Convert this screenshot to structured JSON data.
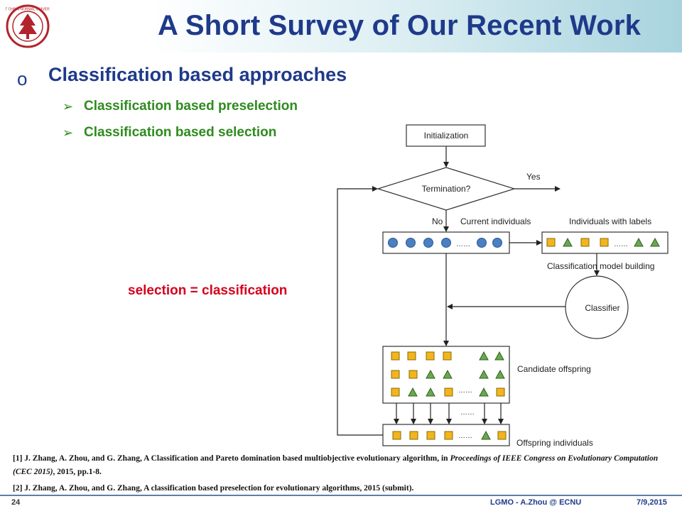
{
  "header": {
    "title": "A Short Survey of Our Recent Work"
  },
  "bullets": {
    "main": "Classification based approaches",
    "sub": [
      "Classification based preselection",
      "Classification based selection"
    ]
  },
  "emphasis": "selection = classification",
  "diagram": {
    "initialization": "Initialization",
    "termination": "Termination?",
    "yes": "Yes",
    "no": "No",
    "current": "Current individuals",
    "with_labels": "Individuals with labels",
    "model_building": "Classification model building",
    "classifier": "Classifier",
    "candidate": "Candidate offspring",
    "offspring": "Offspring individuals",
    "ellipsis": "……"
  },
  "references": {
    "r1_pre": "[1] J. Zhang, A. Zhou, and G. Zhang, A Classification and Pareto domination based multiobjective evolutionary algorithm, in ",
    "r1_venue": "Proceedings of IEEE Congress on Evolutionary Computation (CEC 2015)",
    "r1_post": ", 2015, pp.1-8.",
    "r2": "[2] J. Zhang, A. Zhou, and G. Zhang, A classification based preselection for evolutionary algorithms, 2015 (submit)."
  },
  "footer": {
    "page": "24",
    "center": "LGMO - A.Zhou @ ECNU",
    "date": "7/9,2015"
  },
  "colors": {
    "title": "#1f3a8a",
    "sub_bullets": "#2e8b1e",
    "emphasis": "#d6001c",
    "circle": "#4a7fc1",
    "square": "#f2b51b",
    "triangle": "#6aa84f"
  }
}
